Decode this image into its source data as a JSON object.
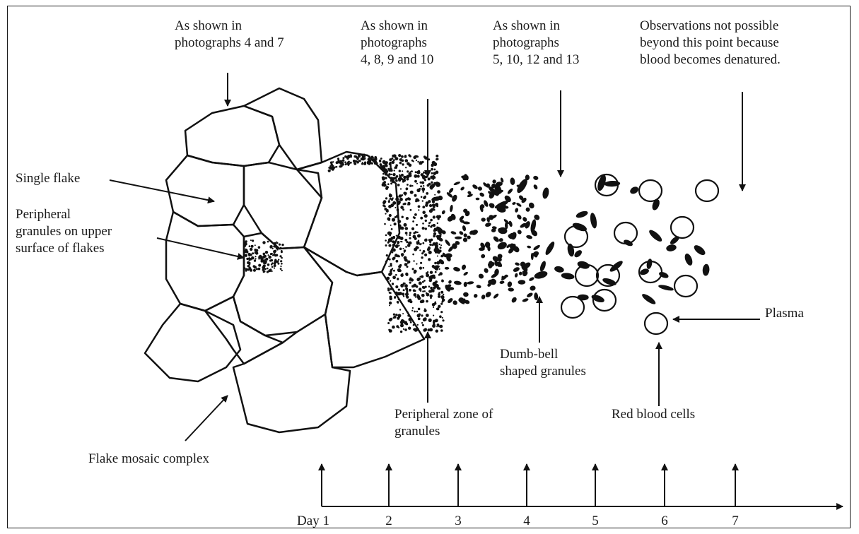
{
  "labels": {
    "photos_4_7": "As shown in\nphotographs 4 and 7",
    "photos_4_8_9_10": "As shown in\nphotographs\n4, 8, 9 and 10",
    "photos_5_10_12_13": "As shown in\nphotographs\n5, 10, 12 and 13",
    "observations": "Observations not possible\nbeyond this point because\nblood becomes denatured.",
    "single_flake": "Single flake",
    "peripheral_granules_upper": "Peripheral\ngranules on upper\nsurface of  flakes",
    "plasma": "Plasma",
    "dumb_bell": "Dumb-bell\nshaped granules",
    "peripheral_zone": "Peripheral zone of\ngranules",
    "red_blood_cells": "Red blood cells",
    "flake_mosaic": "Flake mosaic complex"
  },
  "timeline": {
    "days": [
      "Day 1",
      "2",
      "3",
      "4",
      "5",
      "6",
      "7"
    ]
  }
}
